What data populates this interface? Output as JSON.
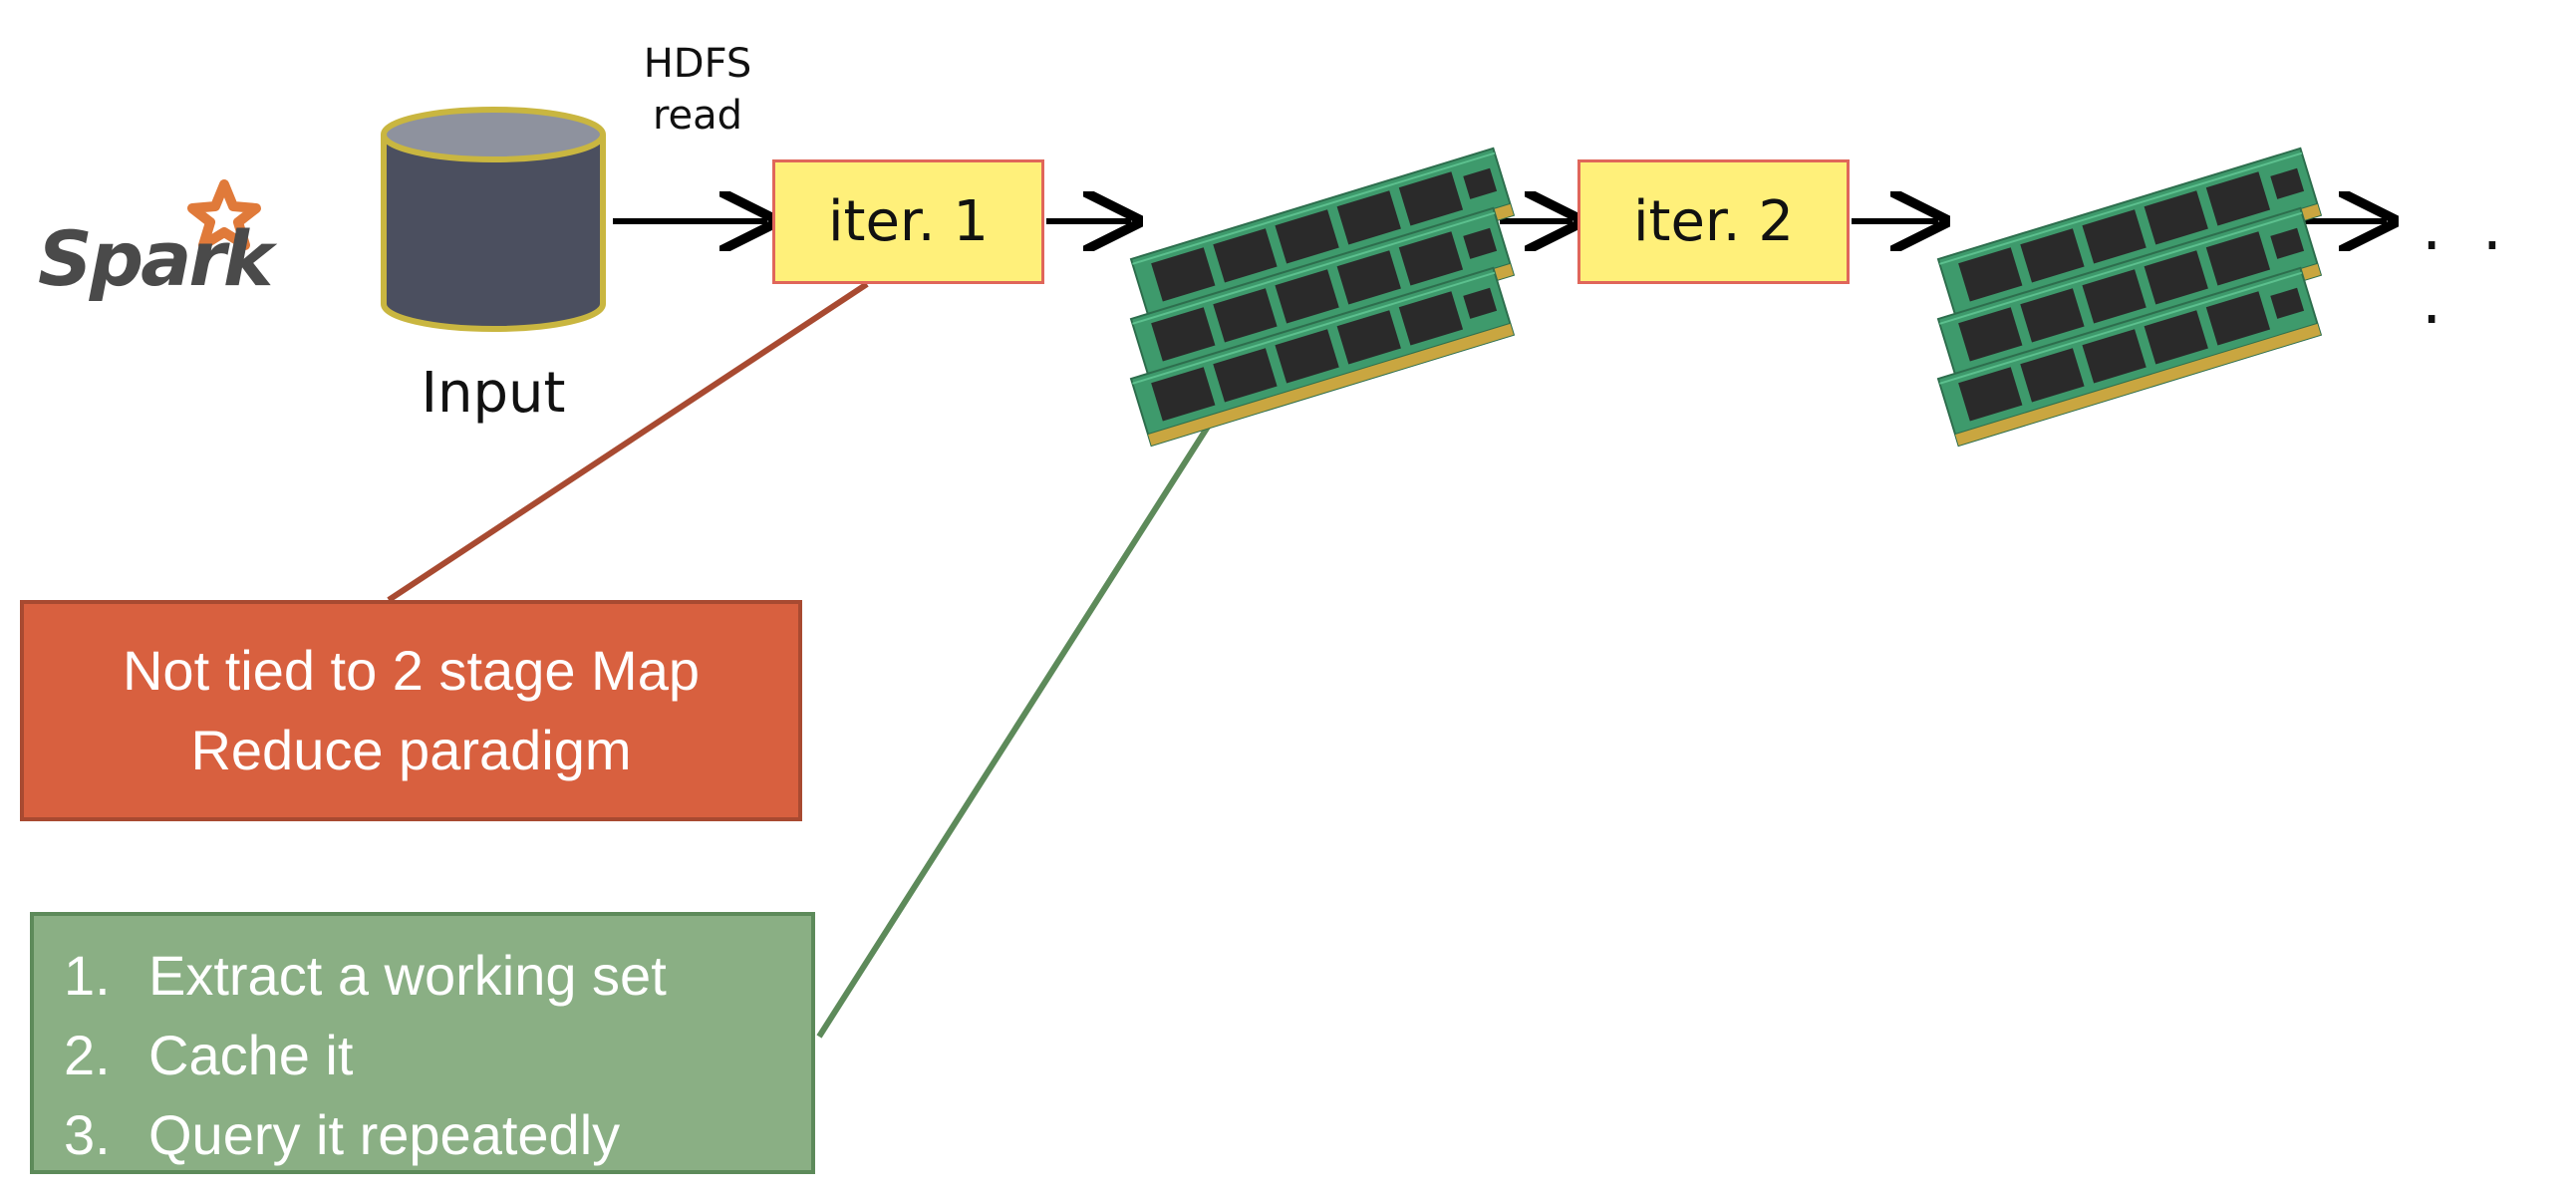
{
  "logo": {
    "text": "Spark"
  },
  "labels": {
    "hdfs_read": "HDFS read",
    "input": "Input",
    "ellipsis": ". . ."
  },
  "iterations": [
    "iter. 1",
    "iter. 2"
  ],
  "callout_red": {
    "lines": [
      "Not tied to 2 stage Map",
      "Reduce paradigm"
    ]
  },
  "callout_green": {
    "items": [
      {
        "number": "1.",
        "text": "Extract a working set"
      },
      {
        "number": "2.",
        "text": "Cache it"
      },
      {
        "number": "3.",
        "text": "Query it repeatedly"
      }
    ]
  },
  "icons": [
    "spark-star-icon",
    "database-cylinder-icon",
    "memory-ram-icon"
  ],
  "colors": {
    "iter_fill": "#fff07a",
    "iter_border": "#e0665a",
    "red_callout": "#d8603f",
    "green_callout": "#8aaf84",
    "red_leader": "#a84a31",
    "green_leader": "#5d8a5a",
    "database": "#4b4f5f",
    "logo_star": "#e07a3a",
    "ram_pcb": "#3e9a6c"
  }
}
